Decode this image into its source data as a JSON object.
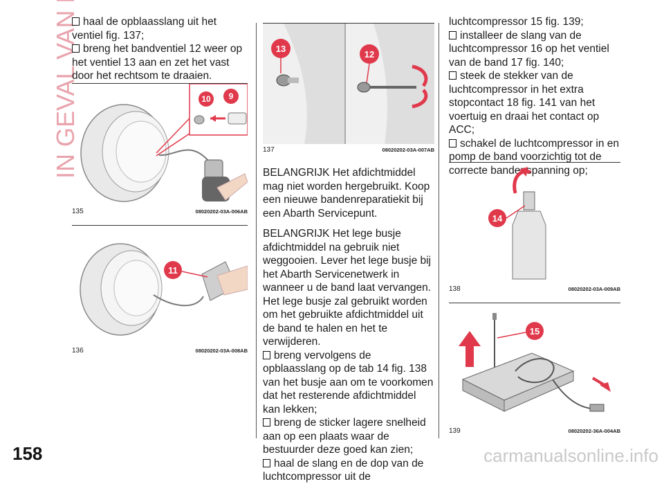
{
  "section_title": "IN GEVAL VAN NOOD",
  "page_number": "158",
  "watermark": "carmanualsonline.info",
  "col1": {
    "items": [
      "haal de opblaasslang uit het ventiel fig. 137;",
      "breng het bandventiel 12 weer op het ventiel 13 aan en zet het vast door het rechtsom te draaien."
    ]
  },
  "col2": {
    "important1": "BELANGRIJK Het afdichtmiddel mag niet worden hergebruikt. Koop een nieuwe bandenreparatiekit bij een Abarth Servicepunt.",
    "important2": "BELANGRIJK Het lege busje afdichtmiddel na gebruik niet weggooien. Lever het lege busje bij het Abarth Servicenetwerk in wanneer u de band laat vervangen. Het lege busje zal gebruikt worden om het gebruikte afdichtmiddel uit de band te halen en het te verwijderen.",
    "items": [
      "breng vervolgens de opblaasslang op de tab 14 fig. 138 van het busje aan om te voorkomen dat het resterende afdichtmiddel kan lekken;",
      "breng de sticker lagere snelheid aan op een plaats waar de bestuurder deze goed kan zien;",
      "haal de slang en de dop van de luchtcompressor uit de"
    ]
  },
  "col3": {
    "continuation": "luchtcompressor 15 fig. 139;",
    "items": [
      "installeer de slang van de luchtcompressor 16 op het ventiel van de band 17 fig. 140;",
      "steek de stekker van de luchtcompressor in het extra stopcontact 18 fig. 141 van het voertuig en draai het contact op ACC;",
      "schakel de luchtcompressor in en pomp de band voorzichtig tot de correcte bandenspanning op;"
    ]
  },
  "figures": [
    {
      "num": "135",
      "code": "08020202-03A-006AB",
      "callouts": [
        "10",
        "9"
      ]
    },
    {
      "num": "136",
      "code": "08020202-03A-008AB",
      "callouts": [
        "11"
      ]
    },
    {
      "num": "137",
      "code": "08020202-03A-007AB",
      "callouts": [
        "13",
        "12"
      ]
    },
    {
      "num": "138",
      "code": "08020202-03A-009AB",
      "callouts": [
        "14"
      ]
    },
    {
      "num": "139",
      "code": "08020202-36A-004AB",
      "callouts": [
        "15"
      ]
    }
  ],
  "colors": {
    "accent": "#e9a3ad",
    "callout": "#e0394b"
  }
}
